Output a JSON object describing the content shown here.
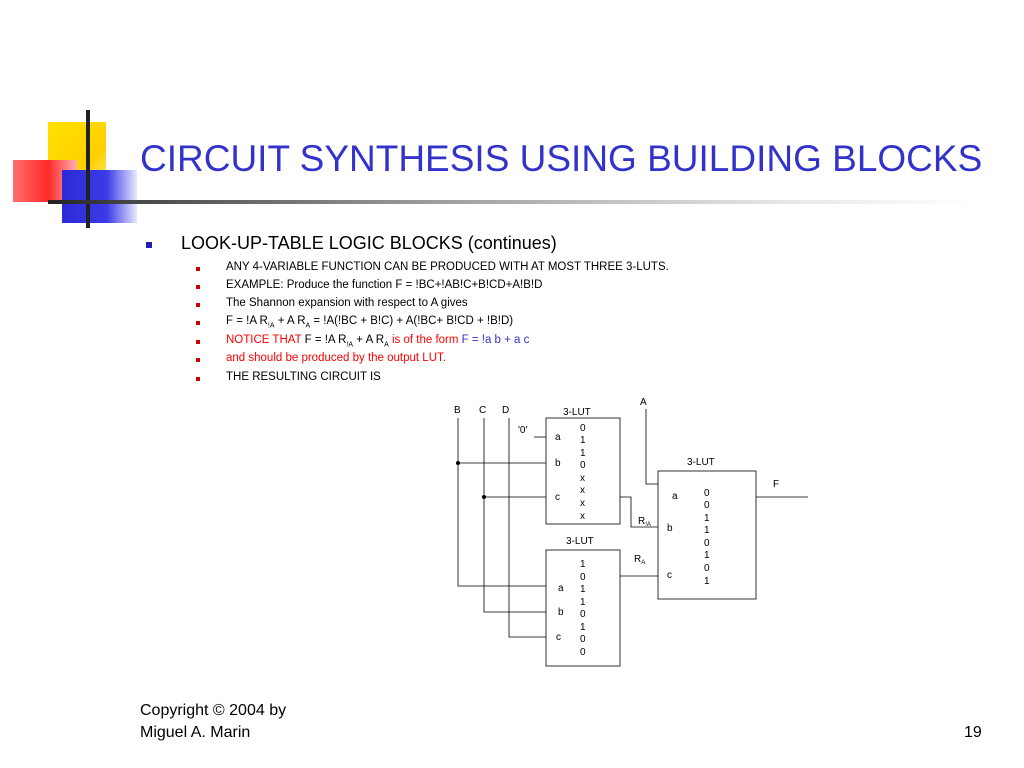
{
  "slide": {
    "title": "CIRCUIT SYNTHESIS USING BUILDING BLOCKS",
    "bullet": "LOOK-UP-TABLE LOGIC BLOCKS (continues)",
    "sub1": "ANY 4-VARIABLE FUNCTION CAN BE PRODUCED WITH AT MOST THREE 3-LUTS.",
    "sub2": "EXAMPLE:  Produce  the function  F = !BC+!AB!C+B!CD+A!B!D",
    "sub3": "The Shannon expansion with respect to A gives",
    "sub4": {
      "a": "F = !A R",
      "a_sub": "!A",
      "b": " + A R",
      "b_sub": "A",
      "c": " = !A(!BC + B!C) + A(!BC+ B!CD + !B!D)"
    },
    "sub5": {
      "red1": "NOTICE THAT ",
      "k1": "F = !A R",
      "k1_sub": "!A",
      "k2": " + A R",
      "k2_sub": "A",
      "red2": " is of the form ",
      "blue": "F = !a b + a c"
    },
    "sub6": "and should be produced by the output LUT.",
    "sub7": "THE RESULTING CIRCUIT IS"
  },
  "diagram": {
    "inputs": {
      "b": "B",
      "c": "C",
      "d": "D",
      "a": "A"
    },
    "const_zero": "'0'",
    "lut_label": "3-LUT",
    "pins": {
      "a": "a",
      "b": "b",
      "c": "c"
    },
    "lut1_bits": [
      "0",
      "1",
      "1",
      "0",
      "x",
      "x",
      "x",
      "x"
    ],
    "lut2_bits": [
      "1",
      "0",
      "1",
      "1",
      "0",
      "1",
      "0",
      "0"
    ],
    "lut3_bits": [
      "0",
      "0",
      "1",
      "1",
      "0",
      "1",
      "0",
      "1"
    ],
    "r_letter": "R",
    "r_not_a_sub": "!A",
    "r_a_sub": "A",
    "output": "F"
  },
  "footer": {
    "copyright_line1": "Copyright © 2004 by",
    "copyright_line2": "Miguel A. Marin",
    "page_number": "19"
  }
}
